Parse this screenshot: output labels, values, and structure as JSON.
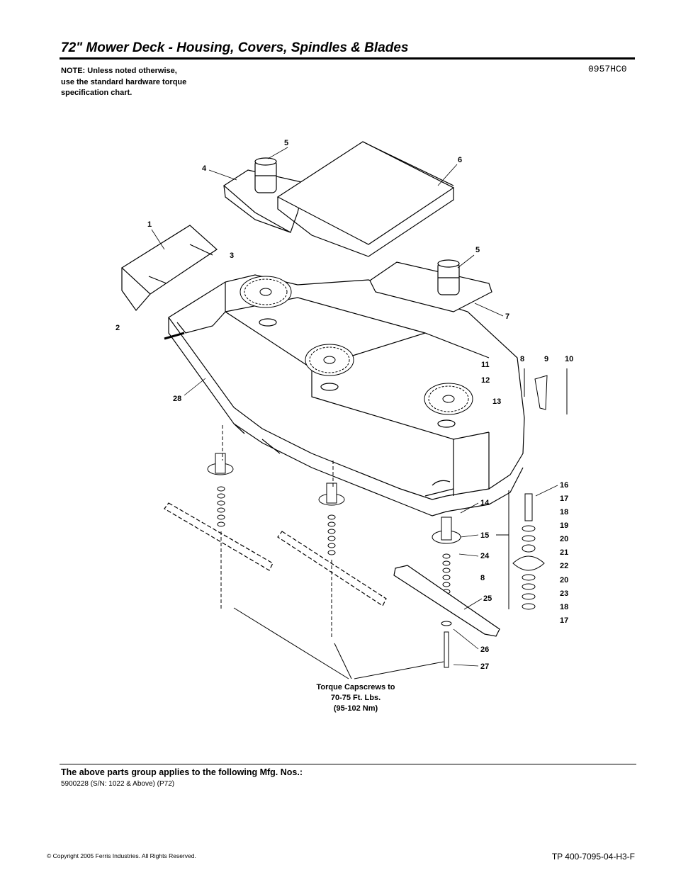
{
  "header": {
    "title": "72\" Mower Deck - Housing, Covers, Spindles & Blades",
    "note_lines": [
      "NOTE: Unless noted otherwise,",
      "use the standard hardware torque",
      "specification chart."
    ],
    "figure_code": "0957HC0"
  },
  "diagram": {
    "callouts": [
      "1",
      "2",
      "3",
      "4",
      "5",
      "5",
      "6",
      "7",
      "8",
      "8",
      "9",
      "10",
      "11",
      "12",
      "13",
      "14",
      "15",
      "16",
      "17",
      "17",
      "18",
      "18",
      "19",
      "20",
      "20",
      "21",
      "22",
      "23",
      "24",
      "25",
      "26",
      "27",
      "28"
    ],
    "torque_note_lines": [
      "Torque Capscrews to",
      "70-75 Ft. Lbs.",
      "(95-102 Nm)"
    ]
  },
  "footer": {
    "applies_heading": "The above parts group applies to the following Mfg. Nos.:",
    "mfg_numbers": "5900228 (S/N: 1022 & Above) (P72)",
    "copyright": "© Copyright  2005 Ferris Industries. All Rights Reserved.",
    "doc_number": "TP 400-7095-04-H3-F"
  }
}
